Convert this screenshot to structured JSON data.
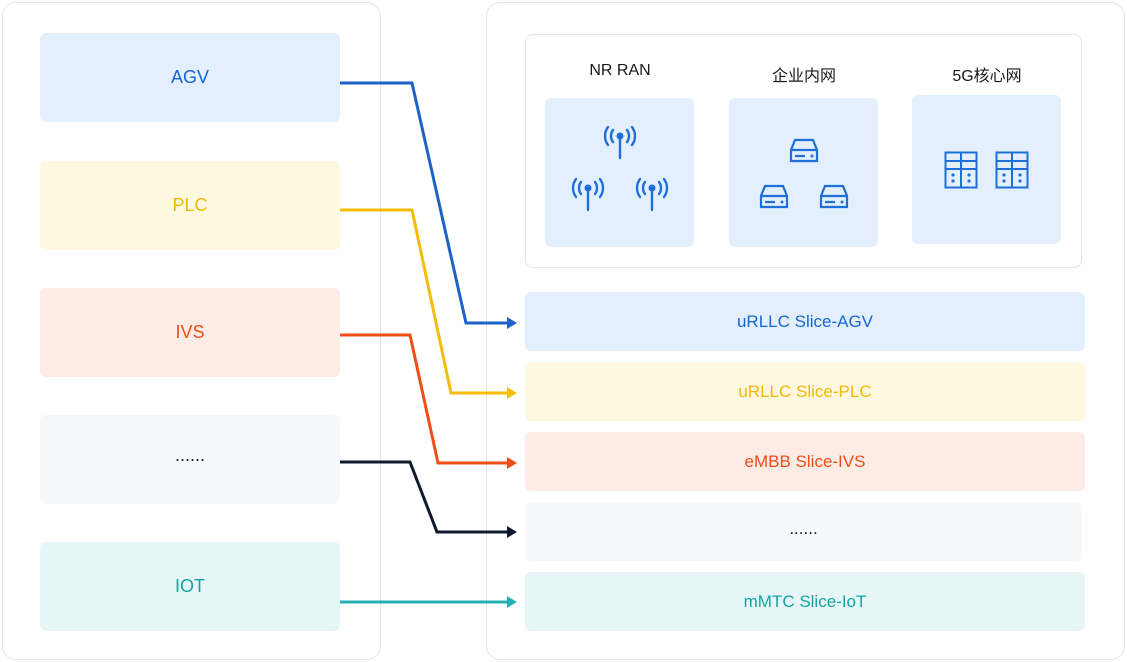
{
  "sources": [
    {
      "label": "AGV",
      "text_color": "#1565d8",
      "bg": "#e3effc"
    },
    {
      "label": "PLC",
      "text_color": "#f2b807",
      "bg": "#fff8e1"
    },
    {
      "label": "IVS",
      "text_color": "#f04e16",
      "bg": "#fdece6"
    },
    {
      "label": "......",
      "text_color": "#1a1a1a",
      "bg": "#f6f8fc"
    },
    {
      "label": "IOT",
      "text_color": "#14a3a3",
      "bg": "#e6f6f6"
    }
  ],
  "slices": [
    {
      "label": "uRLLC Slice-AGV",
      "text_color": "#1565d8",
      "bg": "#e3effc"
    },
    {
      "label": "uRLLC Slice-PLC",
      "text_color": "#f2b807",
      "bg": "#fff8e1"
    },
    {
      "label": "eMBB Slice-IVS",
      "text_color": "#f04e16",
      "bg": "#fdece6"
    },
    {
      "label": "......",
      "text_color": "#1a1a1a",
      "bg": "#f6f8fc"
    },
    {
      "label": "mMTC Slice-IoT",
      "text_color": "#14a3a3",
      "bg": "#e6f6f6"
    }
  ],
  "infrastructure": [
    {
      "title": "NR RAN",
      "icon": "antenna-icon"
    },
    {
      "title": "企业内网",
      "icon": "server-icon"
    },
    {
      "title": "5G核心网",
      "icon": "server-rack-icon"
    }
  ],
  "connector_colors": [
    "#1e62c8",
    "#f5bc0c",
    "#f04e16",
    "#0f1b2d",
    "#23b0b0"
  ],
  "icon_color": "#1e6fd9"
}
